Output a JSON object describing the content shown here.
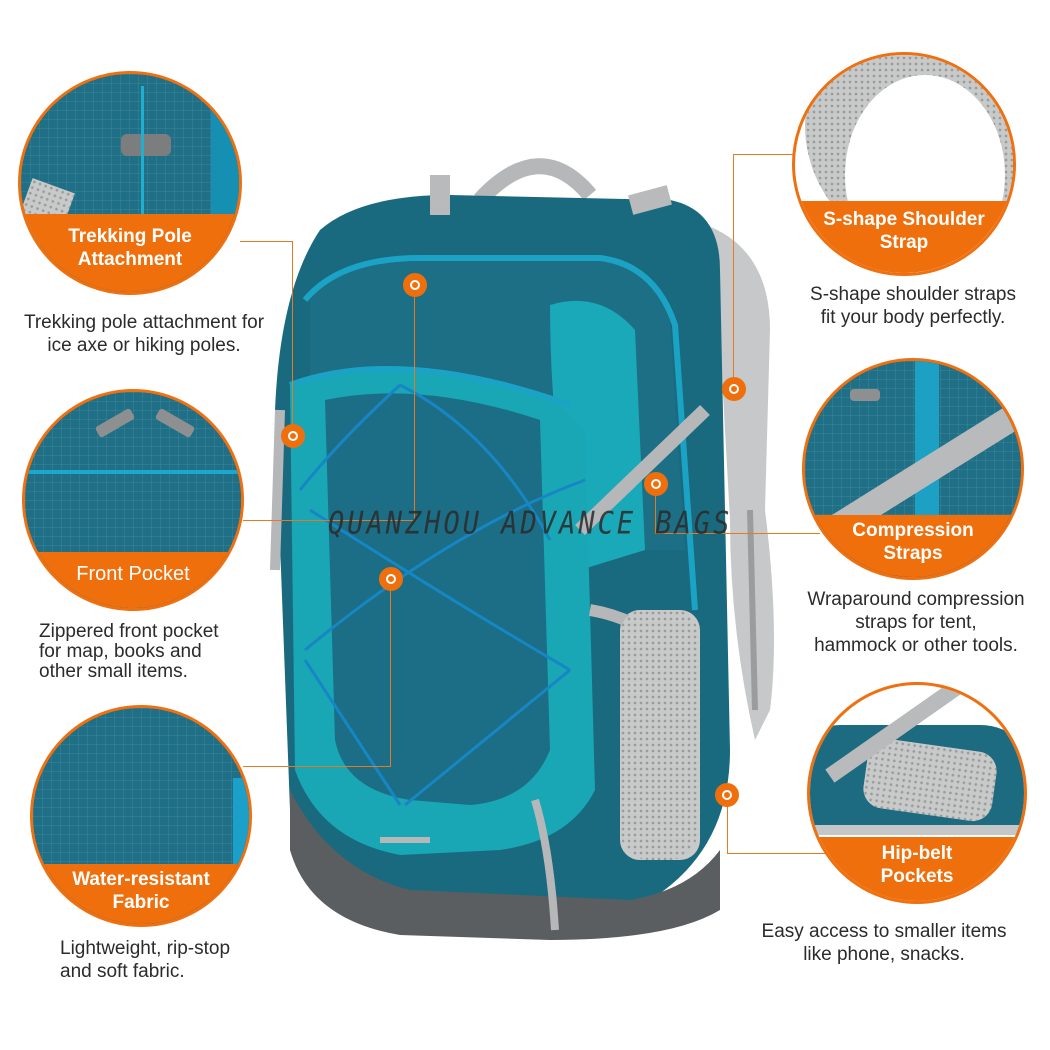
{
  "product": "Hiking backpack",
  "colors": {
    "accent_orange": "#ef6f0c",
    "teal_dark": "#1d6b80",
    "teal_light": "#1aa9b8",
    "strap_gray": "#bfc1c2",
    "text": "#2b2b2b"
  },
  "watermark": "QUANZHOU ADVANCE BAGS",
  "features": [
    {
      "id": "trekking-pole",
      "title": "Trekking Pole\nAttachment",
      "description": "Trekking pole attachment for\nice axe or hiking poles."
    },
    {
      "id": "front-pocket",
      "title": "Front Pocket",
      "description": "Zippered front pocket\nfor map, books and\nother small items."
    },
    {
      "id": "water-resistant",
      "title": "Water-resistant\nFabric",
      "description": "Lightweight, rip-stop\nand soft fabric."
    },
    {
      "id": "shoulder-strap",
      "title": "S-shape Shoulder\nStrap",
      "description": "S-shape shoulder straps\nfit your body perfectly."
    },
    {
      "id": "compression-straps",
      "title": "Compression\nStraps",
      "description": "Wraparound compression\nstraps for tent,\nhammock or other tools."
    },
    {
      "id": "hip-belt",
      "title": "Hip-belt\nPockets",
      "description": "Easy access to smaller items\nlike phone, snacks."
    }
  ],
  "icons": {
    "marker": "orange-ring-marker-icon"
  }
}
